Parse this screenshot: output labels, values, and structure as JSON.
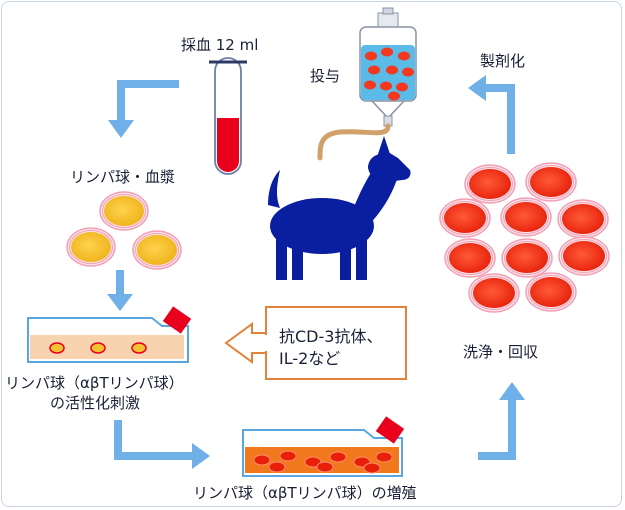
{
  "labels": {
    "blood_draw": "採血 12 ml",
    "administration": "投与",
    "formulation": "製剤化",
    "lymph_plasma": "リンパ球・血漿",
    "wash_collect": "洗浄・回収",
    "activation_line1": "リンパ球（αβTリンパ球）",
    "activation_line2": "の活性化刺激",
    "proliferation": "リンパ球（αβTリンパ球）の増殖"
  },
  "callout": {
    "line1": "抗CD-3抗体、",
    "line2": "IL-2など"
  },
  "colors": {
    "arrow": "#6fb0e8",
    "blood": "#e8001c",
    "cell_red": "#f2381e",
    "cell_ring": "#f2a0b5",
    "cell_yellow": "#f2c233",
    "dog": "#0a1fa0",
    "callout_border": "#e3823a",
    "flask_cap": "#e8001c",
    "medium": "#f7d3b0",
    "tube_line": "#d2a06a"
  }
}
